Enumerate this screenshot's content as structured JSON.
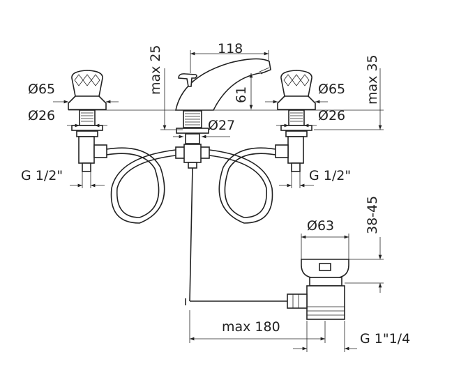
{
  "labels": {
    "spout_reach": "118",
    "max_25": "max 25",
    "max_35": "max 35",
    "spout_height": "61",
    "handle_dia_left": "Ø65",
    "handle_dia_right": "Ø65",
    "thread_dia_left": "Ø26",
    "thread_dia_right": "Ø26",
    "spout_thread_dia": "Ø27",
    "connection_left": "G 1/2\"",
    "connection_right": "G 1/2\"",
    "waste_dia": "Ø63",
    "waste_range": "38-45",
    "rod_length": "max 180",
    "waste_thread": "G 1\"1/4"
  }
}
